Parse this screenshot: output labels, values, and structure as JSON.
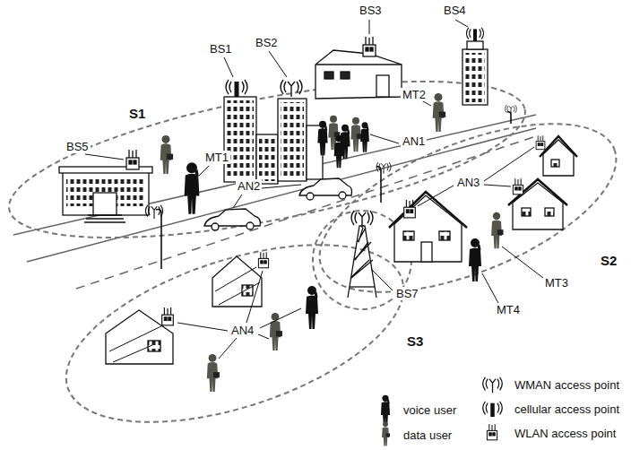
{
  "diagram": {
    "labels": [
      "BS3",
      "BS4",
      "BS1",
      "BS2",
      "MT2",
      "S1",
      "BS5",
      "AN1",
      "MT1",
      "AN2",
      "AN3",
      "S2",
      "MT3",
      "BS7",
      "MT4",
      "AN4",
      "S3"
    ],
    "legend": [
      {
        "text": "voice user"
      },
      {
        "text": "data user"
      },
      {
        "text": "WMAN access point"
      },
      {
        "text": "cellular access point"
      },
      {
        "text": "WLAN access point"
      }
    ]
  }
}
